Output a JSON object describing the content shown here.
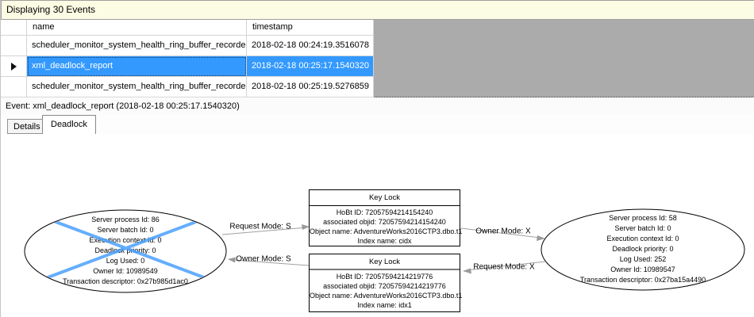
{
  "window": {
    "events_header": "Displaying 30 Events"
  },
  "grid": {
    "columns": {
      "name": "name",
      "timestamp": "timestamp"
    },
    "selected_row_index": 1,
    "rows": [
      {
        "name": "scheduler_monitor_system_health_ring_buffer_recorded",
        "timestamp": "2018-02-18 00:24:19.3516078"
      },
      {
        "name": "xml_deadlock_report",
        "timestamp": "2018-02-18 00:25:17.1540320"
      },
      {
        "name": "scheduler_monitor_system_health_ring_buffer_recorded",
        "timestamp": "2018-02-18 00:25:19.5276859"
      }
    ]
  },
  "event_bar": {
    "label": "Event: xml_deadlock_report (2018-02-18 00:25:17.1540320)"
  },
  "tabs": {
    "details": "Details",
    "deadlock": "Deadlock",
    "active_tab": "Deadlock"
  },
  "graph": {
    "left_process": {
      "victim": true,
      "lines": [
        "Server process Id: 86",
        "Server batch Id: 0",
        "Execution context Id: 0",
        "Deadlock priority: 0",
        "Log Used: 0",
        "Owner Id: 10989549",
        "Transaction descriptor: 0x27b985d1ac0"
      ]
    },
    "right_process": {
      "victim": false,
      "lines": [
        "Server process Id: 58",
        "Server batch Id: 0",
        "Execution context Id: 0",
        "Deadlock priority: 0",
        "Log Used: 252",
        "Owner Id: 10989547",
        "Transaction descriptor: 0x27ba15a4490"
      ]
    },
    "top_resource": {
      "title": "Key Lock",
      "lines": [
        "HoBt ID: 72057594214154240",
        "associated objid: 72057594214154240",
        "Object name: AdventureWorks2016CTP3.dbo.t1",
        "Index name: cidx"
      ]
    },
    "bottom_resource": {
      "title": "Key Lock",
      "lines": [
        "HoBt ID: 72057594214219776",
        "associated objid: 72057594214219776",
        "Object name: AdventureWorks2016CTP3.dbo.t1",
        "Index name: idx1"
      ]
    },
    "edges": {
      "request_s": "Request Mode: S",
      "owner_s": "Owner Mode: S",
      "owner_x": "Owner Mode: X",
      "request_x": "Request Mode: X"
    }
  },
  "colors": {
    "selection": "#3399ff",
    "victim_cross": "#4aa0fd",
    "count_bar_bg": "#fcfbe3",
    "grid_filler": "#ababab",
    "edge_line": "#a0a0a0"
  }
}
